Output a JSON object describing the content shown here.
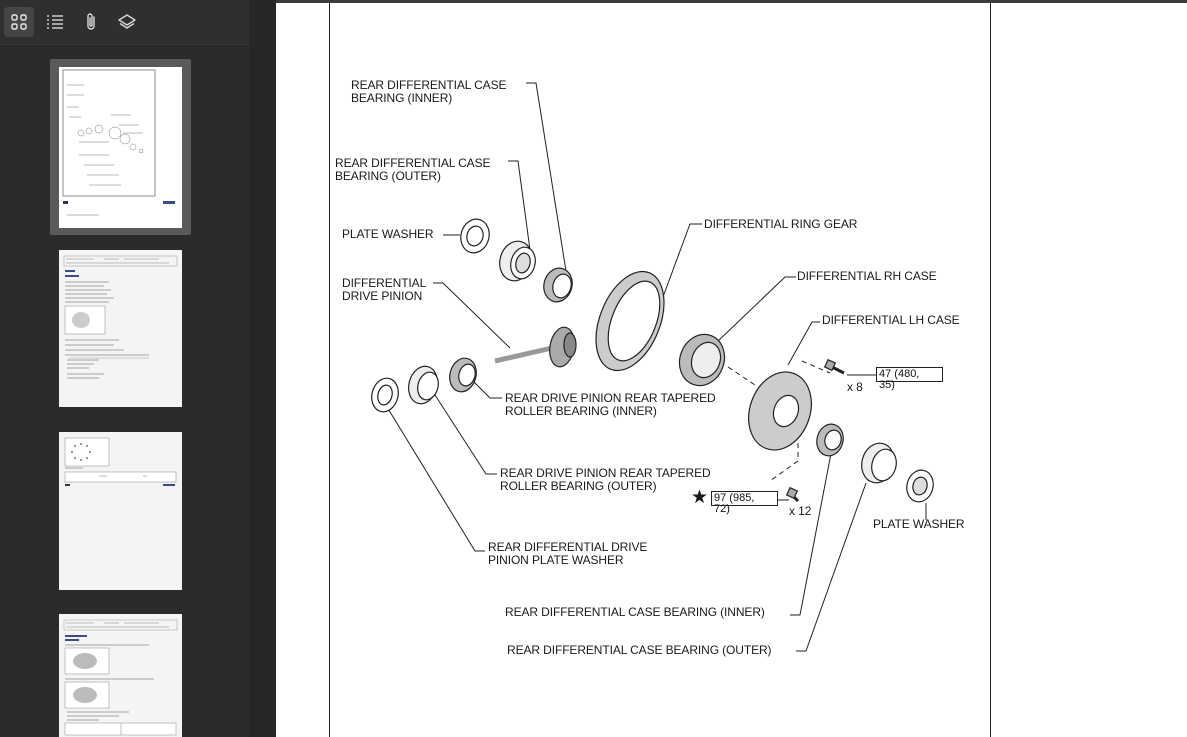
{
  "toolbar": {
    "items": [
      {
        "icon": "grid-icon",
        "active": true
      },
      {
        "icon": "outline-list-icon",
        "active": false
      },
      {
        "icon": "paperclip-icon",
        "active": false
      },
      {
        "icon": "layers-icon",
        "active": false
      }
    ]
  },
  "diagram": {
    "labels": {
      "case_bearing_inner_top": "REAR DIFFERENTIAL CASE\nBEARING (INNER)",
      "case_bearing_outer_top": "REAR DIFFERENTIAL CASE\nBEARING (OUTER)",
      "plate_washer_left": "PLATE WASHER",
      "ring_gear": "DIFFERENTIAL RING GEAR",
      "drive_pinion": "DIFFERENTIAL\nDRIVE PINION",
      "rh_case": "DIFFERENTIAL RH CASE",
      "lh_case": "DIFFERENTIAL LH CASE",
      "pinion_bearing_inner": "REAR DRIVE PINION REAR TAPERED\nROLLER BEARING (INNER)",
      "pinion_bearing_outer": "REAR DRIVE PINION REAR TAPERED\nROLLER BEARING (OUTER)",
      "pinion_plate_washer": "REAR DIFFERENTIAL DRIVE\nPINION PLATE WASHER",
      "plate_washer_right": "PLATE WASHER",
      "case_bearing_inner_bottom": "REAR DIFFERENTIAL CASE BEARING (INNER)",
      "case_bearing_outer_bottom": "REAR DIFFERENTIAL CASE BEARING (OUTER)"
    },
    "torque": {
      "bolt_lh": {
        "value": "47 (480,\n35)",
        "count": "x 8"
      },
      "bolt_ring": {
        "value": "97 (985,\n72)",
        "count": "x 12",
        "marker": "★"
      }
    }
  },
  "colors": {
    "sidebar_bg": "#2b2b2b",
    "toolbar_active": "#454545",
    "line": "#222222"
  }
}
